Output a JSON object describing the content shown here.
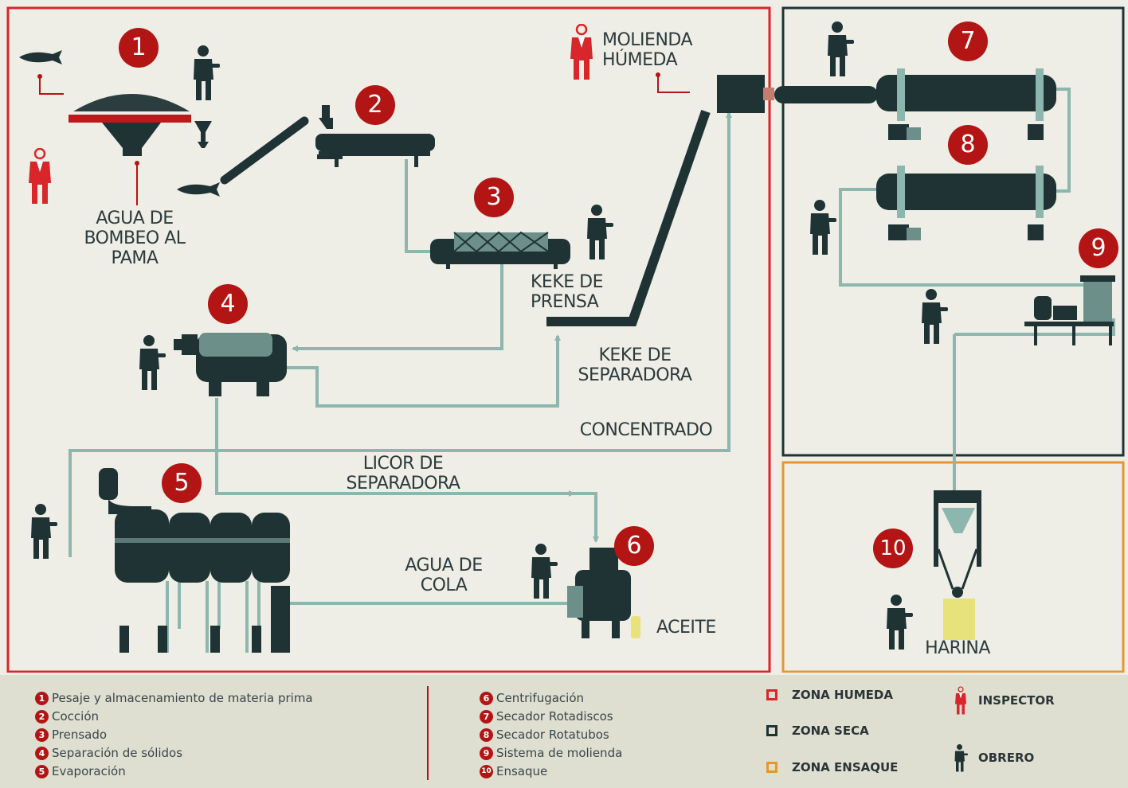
{
  "colors": {
    "wet_zone": "#d8262a",
    "dry_zone": "#1f3335",
    "bagging_zone": "#e8952e",
    "machine": "#1f3335",
    "pipe": "#8cb6ae",
    "inspector": "#d8262a",
    "worker": "#1f3335",
    "badge": "#b31515"
  },
  "badges": [
    "1",
    "2",
    "3",
    "4",
    "5",
    "6",
    "7",
    "8",
    "9",
    "10"
  ],
  "labels": {
    "agua_bombeo": "AGUA DE\nBOMBEO AL\nPAMA",
    "molienda": "MOLIENDA\nHÚMEDA",
    "keke_prensa": "KEKE DE\nPRENSA",
    "keke_separadora": "KEKE DE\nSEPARADORA",
    "concentrado": "CONCENTRADO",
    "licor": "LICOR DE\nSEPARADORA",
    "agua_cola": "AGUA DE\nCOLA",
    "aceite": "ACEITE",
    "harina": "HARINA"
  },
  "legend": {
    "steps_left": [
      {
        "num": "1",
        "text": "Pesaje y almacenamiento de materia prima"
      },
      {
        "num": "2",
        "text": "Cocción"
      },
      {
        "num": "3",
        "text": "Prensado"
      },
      {
        "num": "4",
        "text": "Separación de sólidos"
      },
      {
        "num": "5",
        "text": "Evaporación"
      }
    ],
    "steps_right": [
      {
        "num": "6",
        "text": "Centrifugación"
      },
      {
        "num": "7",
        "text": "Secador Rotadiscos"
      },
      {
        "num": "8",
        "text": "Secador Rotatubos"
      },
      {
        "num": "9",
        "text": "Sistema de molienda"
      },
      {
        "num": "10",
        "text": "Ensaque"
      }
    ],
    "zones": [
      {
        "label": "ZONA HUMEDA",
        "color": "#d8262a"
      },
      {
        "label": "ZONA SECA",
        "color": "#1f3335"
      },
      {
        "label": "ZONA ENSAQUE",
        "color": "#e8952e"
      }
    ],
    "roles": [
      {
        "label": "INSPECTOR",
        "icon": "inspector-icon"
      },
      {
        "label": "OBRERO",
        "icon": "worker-icon"
      }
    ]
  }
}
